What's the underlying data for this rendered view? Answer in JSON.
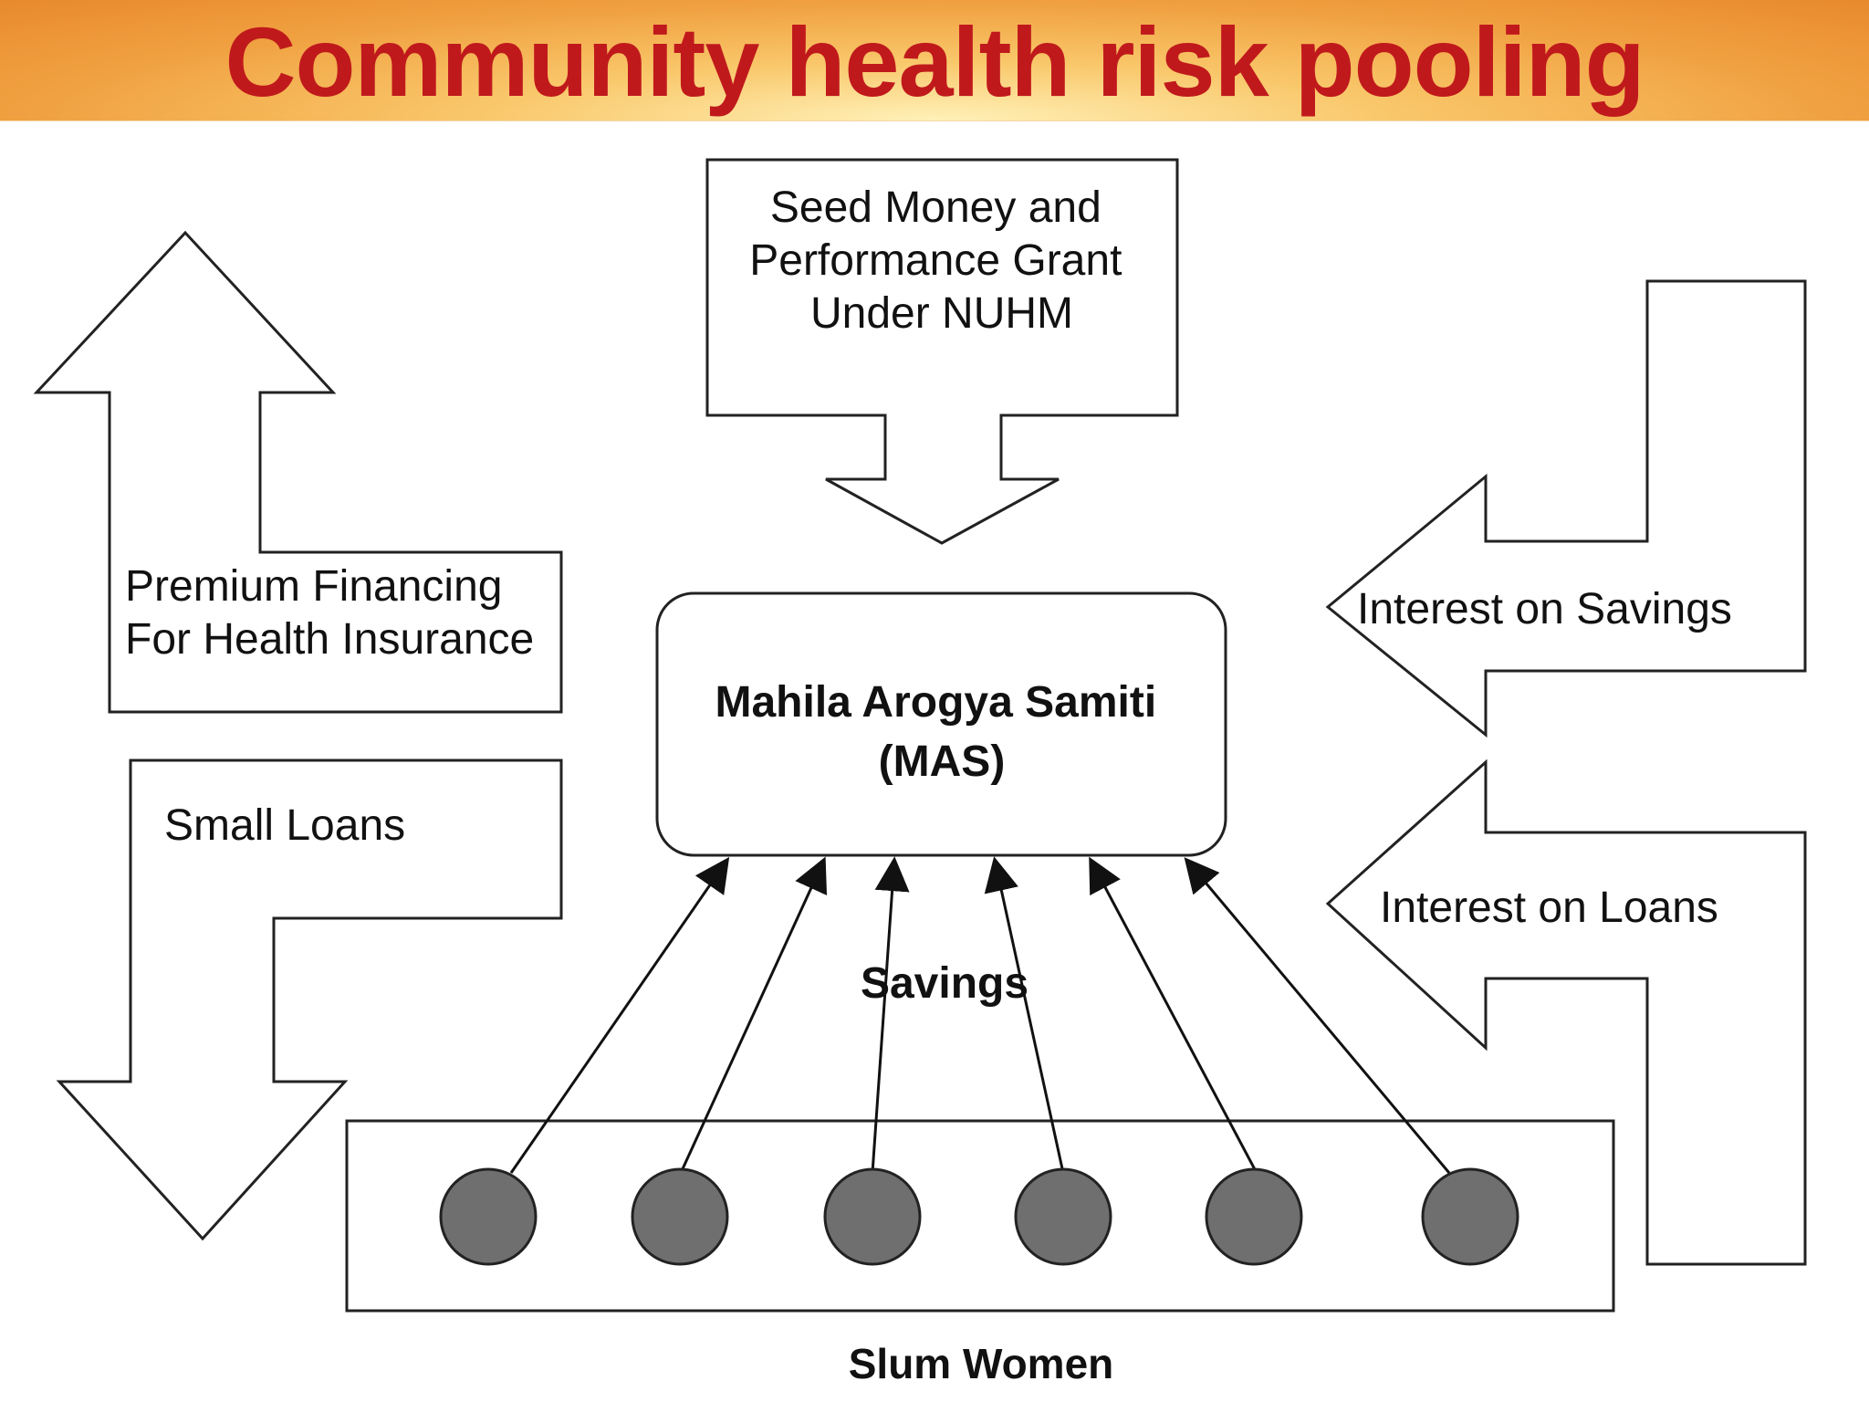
{
  "slide": {
    "title": "Community health risk pooling"
  },
  "diagram": {
    "seed_money": [
      "Seed Money and",
      "Performance Grant",
      "Under NUHM"
    ],
    "premium_financing": [
      "Premium Financing",
      "For Health Insurance"
    ],
    "small_loans": "Small Loans",
    "mas": [
      "Mahila Arogya Samiti",
      "(MAS)"
    ],
    "interest_on_savings": "Interest on Savings",
    "interest_on_loans": "Interest on Loans",
    "savings": "Savings",
    "slum_women": "Slum Women",
    "member_count": 6,
    "colors": {
      "title": "#c0191c",
      "member_fill": "#6f6f6f",
      "stroke": "#222222"
    }
  }
}
